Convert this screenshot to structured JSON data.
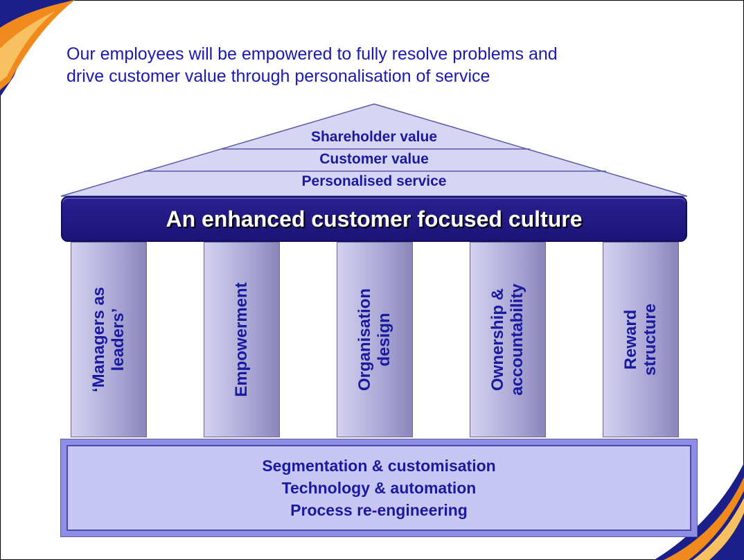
{
  "headline": {
    "line1": "Our employees will be empowered to fully resolve problems and",
    "line2": "drive customer value through personalisation of service"
  },
  "roof": {
    "tiers": [
      "Shareholder value",
      "Customer value",
      "Personalised service"
    ]
  },
  "beam": {
    "label": "An enhanced customer focused culture"
  },
  "pillars": [
    {
      "line1": "‘Managers as",
      "line2": "leaders’"
    },
    {
      "line1": "Empowerment",
      "line2": ""
    },
    {
      "line1": "Organisation",
      "line2": "design"
    },
    {
      "line1": "Ownership &",
      "line2": "accountability"
    },
    {
      "line1": "Reward",
      "line2": "structure"
    }
  ],
  "foundation": {
    "lines": [
      "Segmentation & customisation",
      "Technology & automation",
      "Process re-engineering"
    ]
  },
  "colors": {
    "text": "#1a1aa0",
    "beam": "#1c1478",
    "roof_fill": "#d6d5f4",
    "pillar": "#aeaad8",
    "foundation": "#c8c6f2",
    "accent_orange": "#f08a1c"
  }
}
